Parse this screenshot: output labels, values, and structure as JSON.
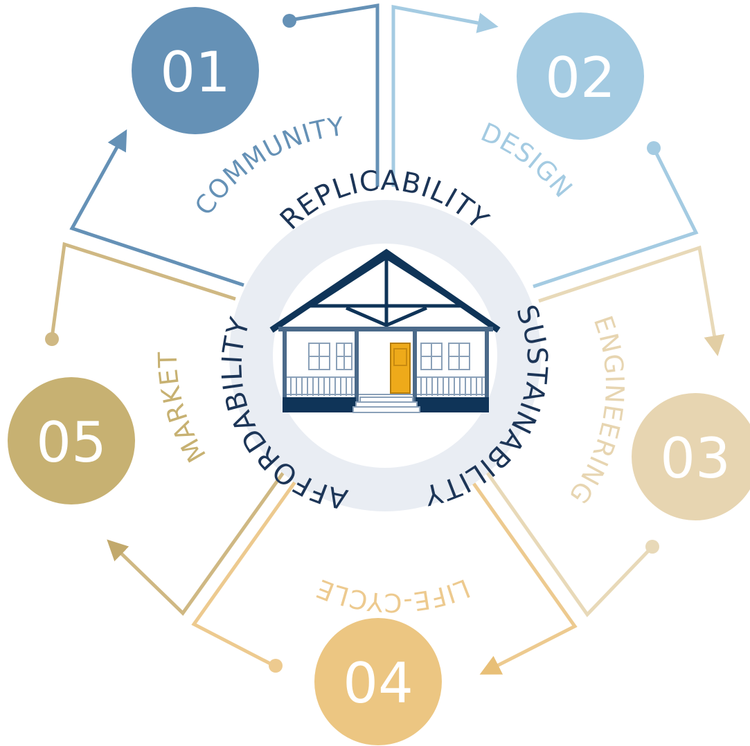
{
  "center": {
    "ring_words": [
      "REPLICABILITY",
      "SUSTAINABILITY",
      "AFFORDABILITY"
    ]
  },
  "steps": [
    {
      "number": "01",
      "label": "COMMUNITY",
      "color": "#6591b6"
    },
    {
      "number": "02",
      "label": "DESIGN",
      "color": "#a4cbe2"
    },
    {
      "number": "03",
      "label": "ENGINEERING",
      "color": "#e7d5b1"
    },
    {
      "number": "04",
      "label": "LIFE-CYCLE",
      "color": "#ecc682"
    },
    {
      "number": "05",
      "label": "MARKET",
      "color": "#c7b172"
    }
  ],
  "colors": {
    "ring_fill": "#e9edf3",
    "ring_stroke": "#ffffff",
    "house_navy": "#0f3458",
    "door": "#eeaa1a"
  }
}
